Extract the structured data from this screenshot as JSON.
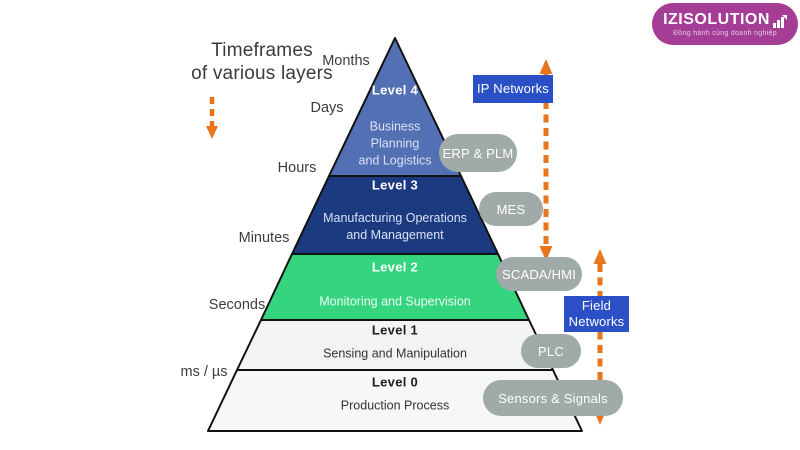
{
  "logo": {
    "name": "IZISOLUTION",
    "tagline": "Đồng hành cùng doanh nghiệp"
  },
  "title": {
    "line1": "Timeframes",
    "line2": "of various layers"
  },
  "time_labels": [
    "Months",
    "Days",
    "Hours",
    "Minutes",
    "Seconds",
    "ms / µs"
  ],
  "pyramid": {
    "levels": [
      {
        "name": "Level 4",
        "description": "Business\nPlanning\nand Logistics"
      },
      {
        "name": "Level 3",
        "description": "Manufacturing Operations\nand Management"
      },
      {
        "name": "Level 2",
        "description": "Monitoring and Supervision"
      },
      {
        "name": "Level 1",
        "description": "Sensing and Manipulation"
      },
      {
        "name": "Level 0",
        "description": "Production Process"
      }
    ]
  },
  "network_labels": {
    "ip": "IP Networks",
    "field": "Field\nNetworks"
  },
  "tech_labels": [
    "ERP & PLM",
    "MES",
    "SCADA/HMI",
    "PLC",
    "Sensors & Signals"
  ],
  "colors": {
    "level4": "#5470b4",
    "level3": "#1c3a80",
    "level2": "#35d47e",
    "level1": "#f1f3f5",
    "level0": "#f5f7f8",
    "pill": "#a0aaa8",
    "network_box": "#2b50c5",
    "arrow": "#e8761d",
    "logo_bg": "#a53c96"
  }
}
